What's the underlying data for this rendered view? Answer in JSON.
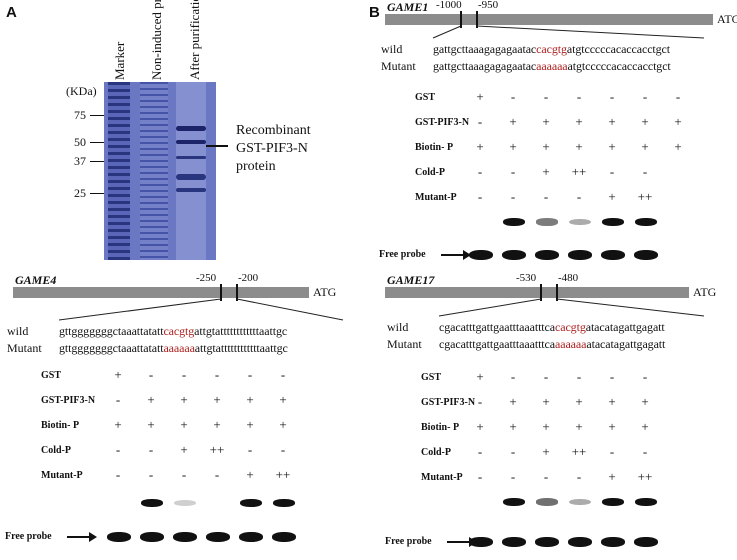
{
  "panelA": {
    "letter": "A",
    "lane_labels": [
      "Marker",
      "Non-induced protein",
      "After purification"
    ],
    "kda_label": "(KDa)",
    "marker_sizes": [
      "75",
      "50",
      "37",
      "25"
    ],
    "annotation": [
      "Recombinant",
      "GST-PIF3-N",
      "protein"
    ]
  },
  "panelB": {
    "letter": "B"
  },
  "emsa": [
    {
      "gene": "GAME1",
      "positions": [
        "-1000",
        "-950"
      ],
      "atg": "ATG",
      "wild_label": "wild",
      "mutant_label": "Mutant",
      "wild_seq": [
        "gattgcttaaagagagaatac",
        "cacgtg",
        "atgtcccccacaccacctgct"
      ],
      "mutant_seq": [
        "gattgcttaaagagagaatac",
        "aaaaaa",
        "atgtcccccacaccacctgct"
      ],
      "rows": [
        {
          "label": "GST",
          "marks": [
            "+",
            "-",
            "-",
            "-",
            "-",
            "-",
            "-"
          ]
        },
        {
          "label": "GST-PIF3-N",
          "marks": [
            "-",
            "+",
            "+",
            "+",
            "+",
            "+",
            "+"
          ]
        },
        {
          "label": "Biotin- P",
          "marks": [
            "+",
            "+",
            "+",
            "+",
            "+",
            "+",
            "+"
          ]
        },
        {
          "label": "Cold-P",
          "marks": [
            "-",
            "-",
            "+",
            "++",
            "-",
            "-",
            ""
          ]
        },
        {
          "label": "Mutant-P",
          "marks": [
            "-",
            "-",
            "-",
            "-",
            "+",
            "++",
            ""
          ]
        }
      ],
      "shifted_band_intensity": [
        0,
        1,
        0.55,
        0.35,
        1,
        1
      ],
      "free_probe_label": "Free probe"
    },
    {
      "gene": "GAME4",
      "positions": [
        "-250",
        "-200"
      ],
      "atg": "ATG",
      "wild_label": "wild",
      "mutant_label": "Mutant",
      "wild_seq": [
        "gttgggggggctaaattatatt",
        "cacgtg",
        "attgtattttttttttttaattgc"
      ],
      "mutant_seq": [
        "gttgggggggctaaattatatt",
        "aaaaaa",
        "attgtattttttttttttaattgc"
      ],
      "rows": [
        {
          "label": "GST",
          "marks": [
            "+",
            "-",
            "-",
            "-",
            "-",
            "-"
          ]
        },
        {
          "label": "GST-PIF3-N",
          "marks": [
            "-",
            "+",
            "+",
            "+",
            "+",
            "+"
          ]
        },
        {
          "label": "Biotin- P",
          "marks": [
            "+",
            "+",
            "+",
            "+",
            "+",
            "+"
          ]
        },
        {
          "label": "Cold-P",
          "marks": [
            "-",
            "-",
            "+",
            "++",
            "-",
            "-"
          ]
        },
        {
          "label": "Mutant-P",
          "marks": [
            "-",
            "-",
            "-",
            "-",
            "+",
            "++"
          ]
        }
      ],
      "shifted_band_intensity": [
        0,
        1,
        0.15,
        0,
        1,
        1
      ],
      "free_probe_label": "Free probe"
    },
    {
      "gene": "GAME17",
      "positions": [
        "-530",
        "-480"
      ],
      "atg": "ATG",
      "wild_label": "wild",
      "mutant_label": "Mutant",
      "wild_seq": [
        "cgacatttgattgaatttaaatttca",
        "cacgtg",
        "atacatagattgagatt"
      ],
      "mutant_seq": [
        "cgacatttgattgaatttaaatttca",
        "aaaaaa",
        "atacatagattgagatt"
      ],
      "rows": [
        {
          "label": "GST",
          "marks": [
            "+",
            "-",
            "-",
            "-",
            "-",
            "-"
          ]
        },
        {
          "label": "GST-PIF3-N",
          "marks": [
            "-",
            "+",
            "+",
            "+",
            "+",
            "+"
          ]
        },
        {
          "label": "Biotin- P",
          "marks": [
            "+",
            "+",
            "+",
            "+",
            "+",
            "+"
          ]
        },
        {
          "label": "Cold-P",
          "marks": [
            "-",
            "-",
            "+",
            "++",
            "-",
            "-"
          ]
        },
        {
          "label": "Mutant-P",
          "marks": [
            "-",
            "-",
            "-",
            "-",
            "+",
            "++"
          ]
        }
      ],
      "shifted_band_intensity": [
        0,
        1,
        0.6,
        0.35,
        1,
        1
      ],
      "free_probe_label": "Free probe"
    }
  ]
}
